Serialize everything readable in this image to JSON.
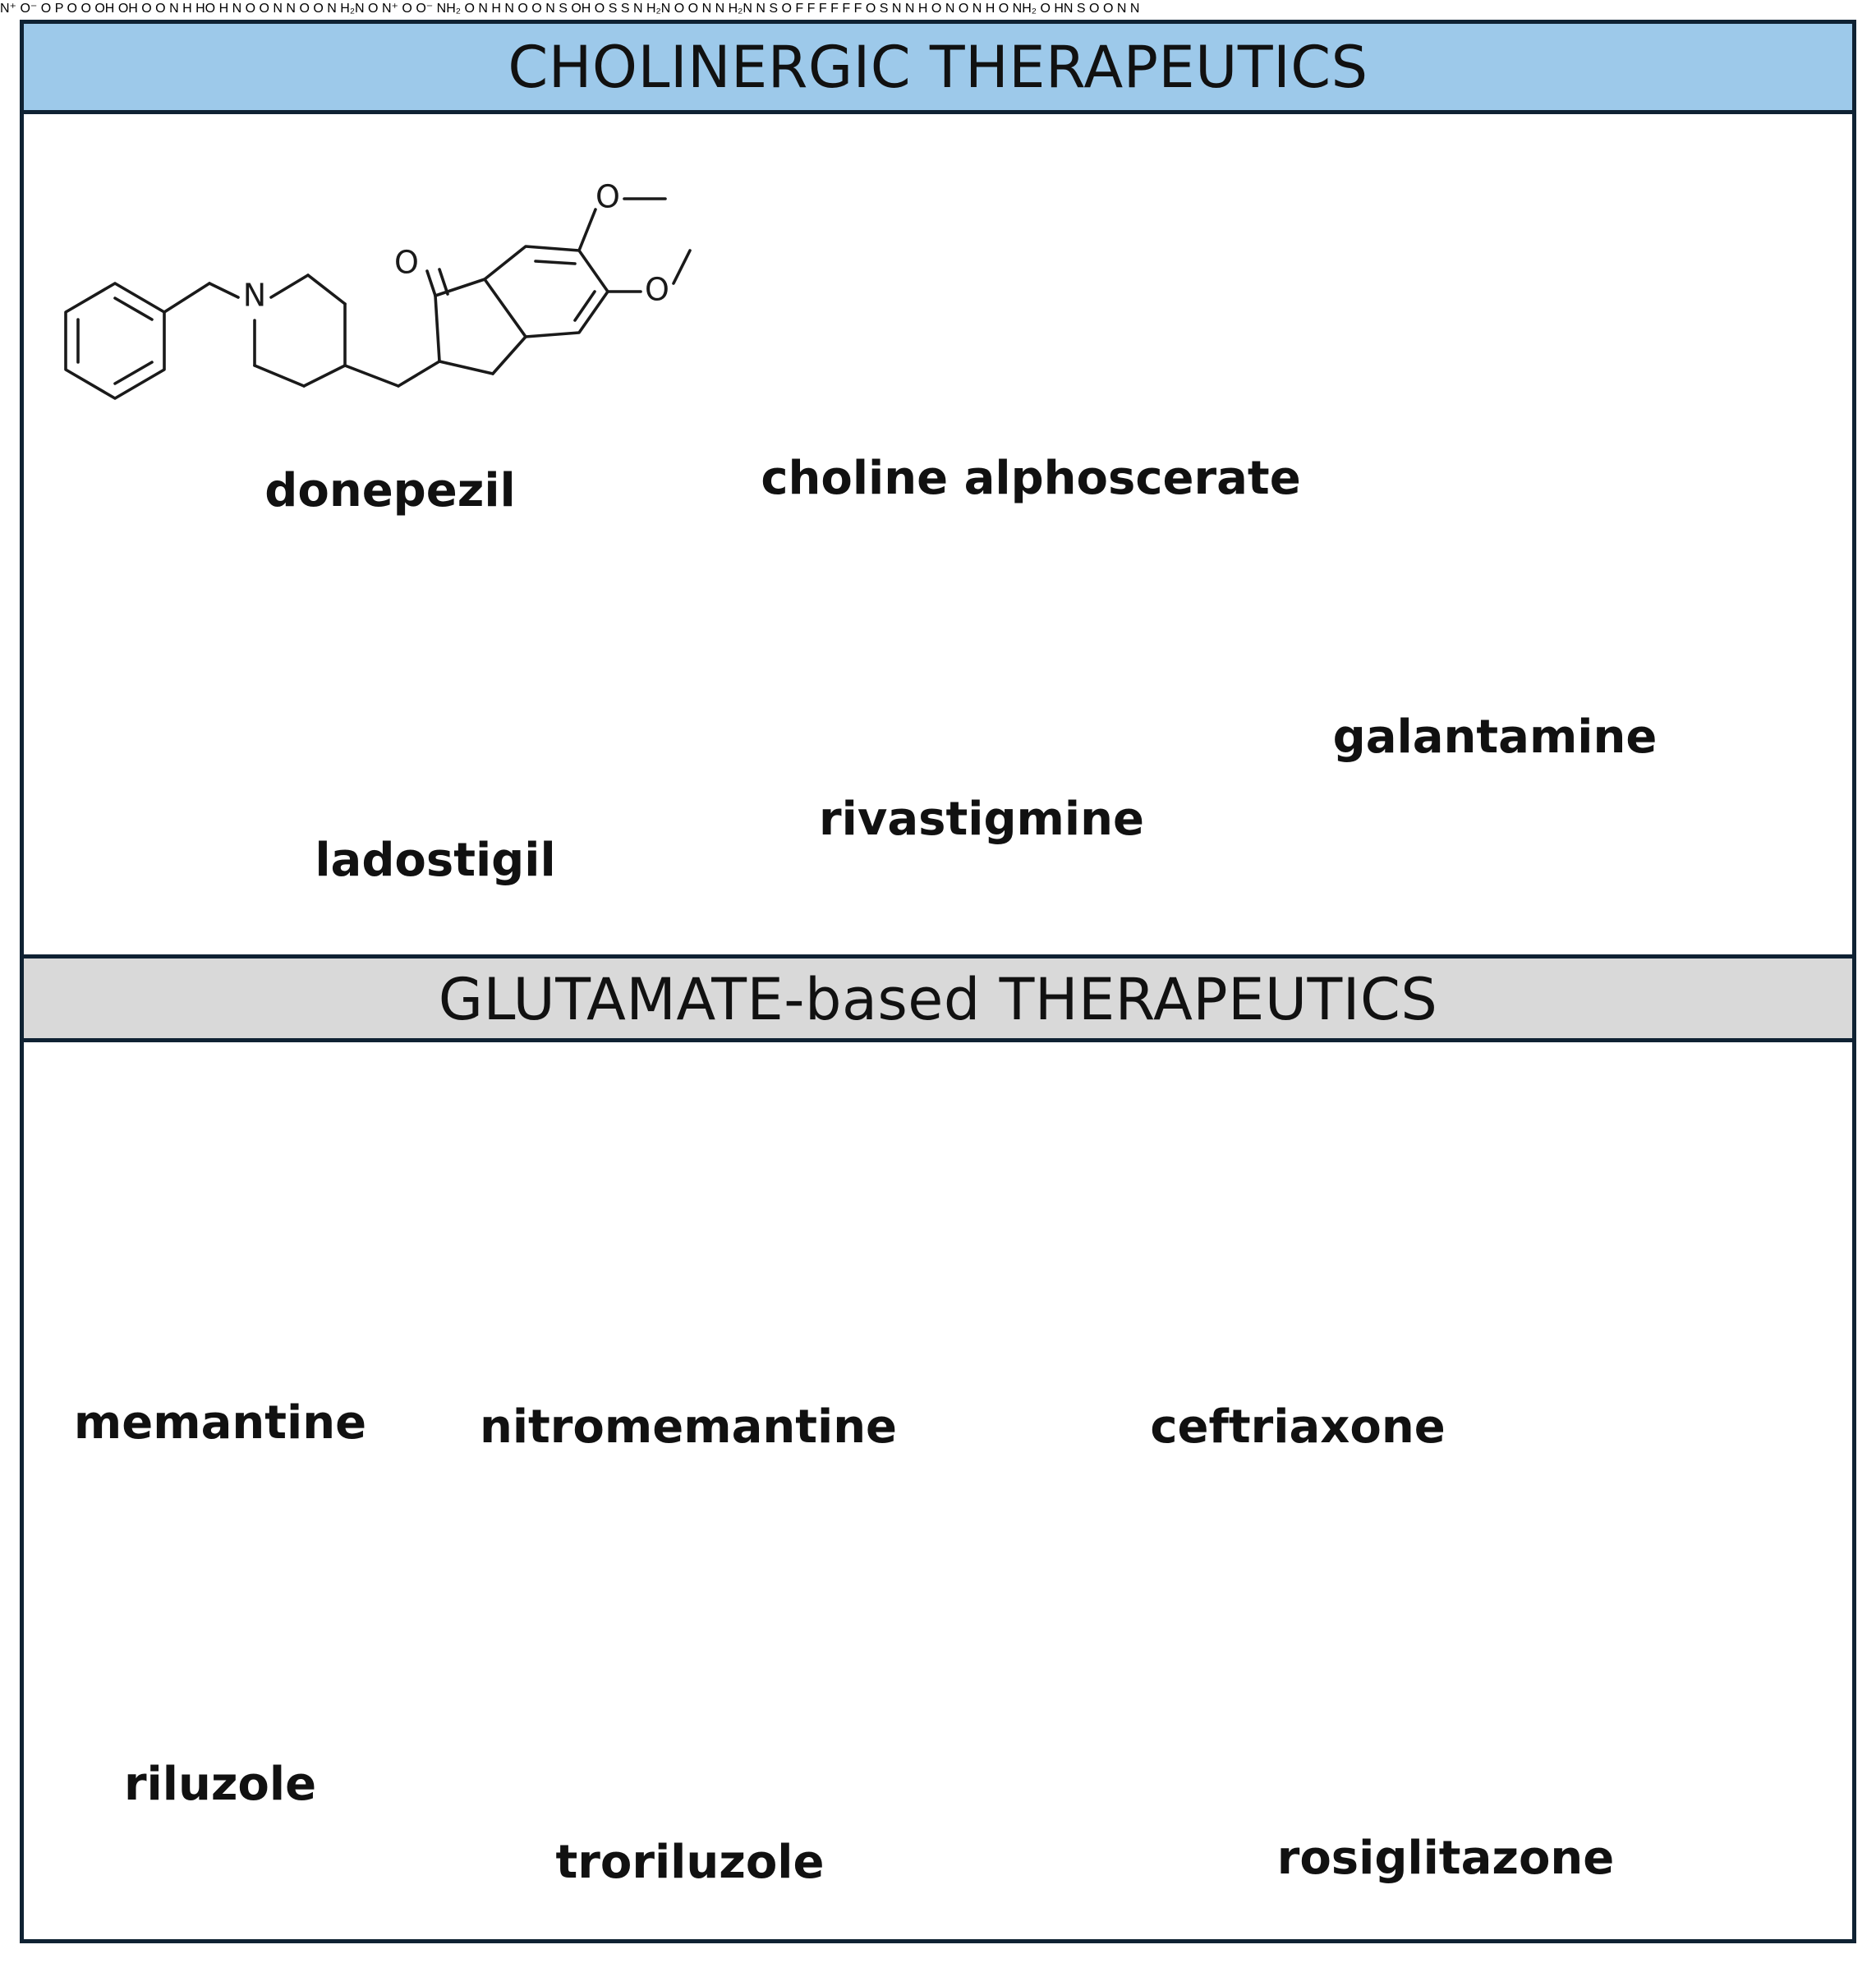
{
  "sections": {
    "cholinergic_title": "CHOLINERGIC THERAPEUTICS",
    "glutamate_title": "GLUTAMATE-based THERAPEUTICS"
  },
  "compounds": {
    "donepezil": "donepezil",
    "choline_alphoscerate": "choline alphoscerate",
    "galantamine": "galantamine",
    "ladostigil": "ladostigil",
    "rivastigmine": "rivastigmine",
    "memantine": "memantine",
    "nitromemantine": "nitromemantine",
    "ceftriaxone": "ceftriaxone",
    "riluzole": "riluzole",
    "troriluzole": "troriluzole",
    "rosiglitazone": "rosiglitazone"
  },
  "atoms": {
    "N": "N",
    "O": "O",
    "S": "S",
    "P": "P",
    "F": "F",
    "H": "H",
    "OH": "OH",
    "HO": "HO",
    "NH2": "NH₂",
    "H2N": "H₂N",
    "HN": "HN",
    "Nplus": "N⁺",
    "Ominus": "O⁻"
  },
  "colors": {
    "cholinergic_banner": "#9dc9ea",
    "glutamate_banner": "#d9d9d9",
    "border": "#0f2233"
  }
}
